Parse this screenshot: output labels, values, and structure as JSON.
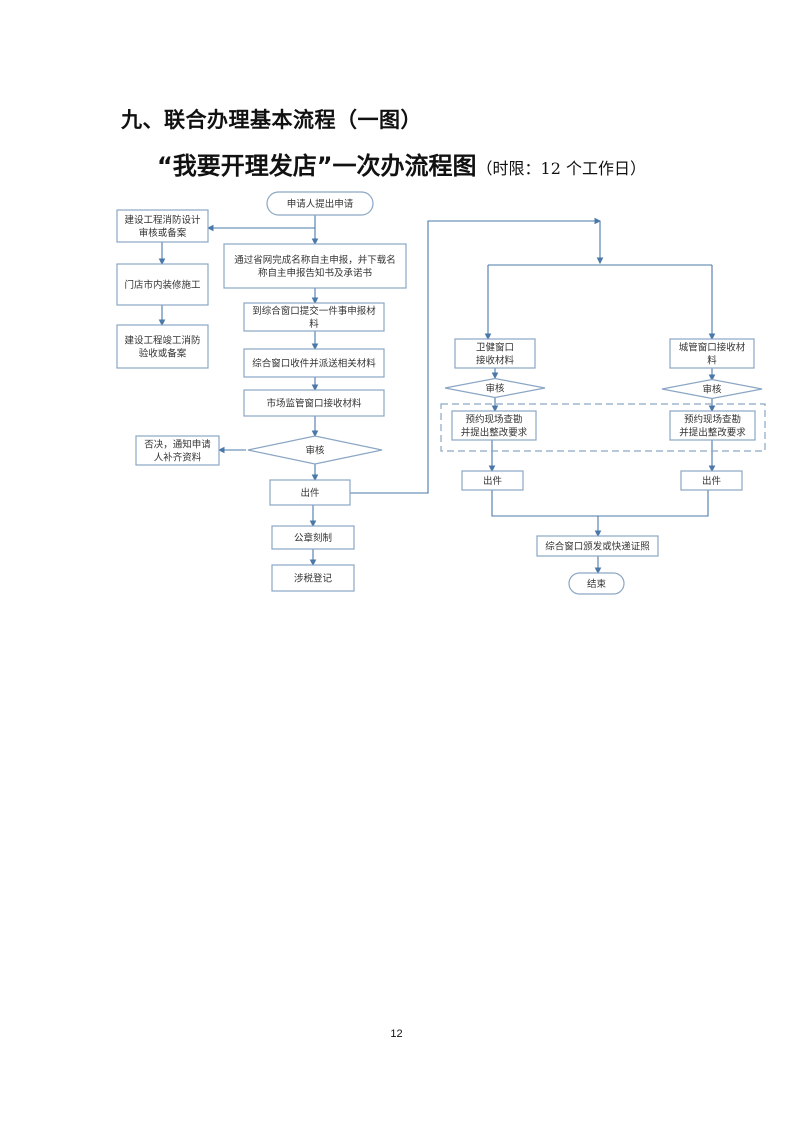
{
  "heading": "九、联合办理基本流程（一图）",
  "subheading": {
    "title": "“我要开理发店”一次办流程图",
    "note": "（时限：12 个工作日）"
  },
  "flowchart": {
    "colors": {
      "line": "#4a78a8",
      "box_border": "#8aa6c4",
      "dash": "#8aa6c4"
    },
    "nodes": {
      "start": "申请人提出申请",
      "fire_design": [
        "建设工程消防设计",
        "审核或备案"
      ],
      "renovation": [
        "门店市内装修施工"
      ],
      "fire_acceptance": [
        "建设工程竣工消防",
        "验收或备案"
      ],
      "name_declaration": [
        "通过省网完成名称自主申报，并下载名",
        "称自主申报告知书及承诺书"
      ],
      "submit_materials": [
        "到综合窗口提交一件事申报材",
        "料"
      ],
      "dispatch_materials": [
        "综合窗口收件并派送相关材料"
      ],
      "market_receive": [
        "市场监管窗口接收材料"
      ],
      "review_main": "审核",
      "reject": [
        "否决，通知申请",
        "人补齐资料"
      ],
      "issue_main": "出件",
      "seal": "公章刻制",
      "tax": "涉税登记",
      "health_receive": [
        "卫健窗口",
        "接收材料"
      ],
      "health_review": "审核",
      "health_inspect": [
        "预约现场查勘",
        "并提出整改要求"
      ],
      "health_issue": "出件",
      "urban_receive": [
        "城管窗口接收材",
        "料"
      ],
      "urban_review": "审核",
      "urban_inspect": [
        "预约现场查勘",
        "并提出整改要求"
      ],
      "urban_issue": "出件",
      "deliver": "综合窗口颁发或快递证照",
      "end": "结束"
    }
  },
  "page_number": "12"
}
